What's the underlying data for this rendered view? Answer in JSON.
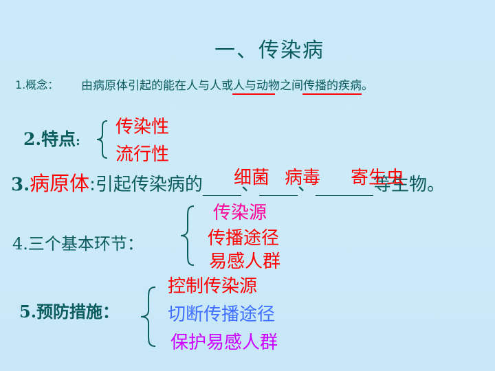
{
  "title": "一、传染病",
  "concept": {
    "label": "1.概念：",
    "text_before": "由病原体引起的能在",
    "u1": "人与人",
    "mid": "或",
    "u2": "人与动物",
    "text_after": "之间传播的疾病。"
  },
  "features": {
    "label": "2.特点",
    "colon": ":",
    "items": [
      "传染性",
      "流行性"
    ]
  },
  "pathogen": {
    "num": "3.",
    "keyword": "病原体",
    "text": ":引起传染病的",
    "answers": [
      "细菌",
      "病毒",
      "寄生虫"
    ],
    "sep": "、",
    "tail": "等生物。"
  },
  "links": {
    "label": "4.三个基本环节：",
    "items": [
      "传染源",
      "传播途径",
      "易感人群"
    ]
  },
  "prevention": {
    "label": "5.预防措施：",
    "items": [
      "控制传染源",
      "切断传播途径",
      "保护易感人群"
    ]
  },
  "colors": {
    "teal": "#0b5c5c",
    "red": "#ff0000",
    "magenta": "#ff0099",
    "blue": "#3f6fff",
    "purple": "#cc00ff"
  }
}
